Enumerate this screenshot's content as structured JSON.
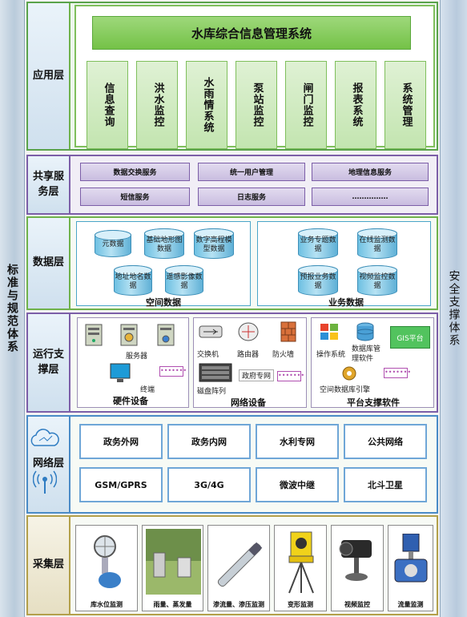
{
  "left_side": "标准与规范体系",
  "right_side": "安全支撑体系",
  "app_layer": {
    "label": "应用层",
    "title": "水库综合信息管理系统",
    "modules": [
      "信息查询",
      "洪水监控",
      "水雨情系统",
      "泵站监控",
      "闸门监控",
      "报表系统",
      "系统管理"
    ]
  },
  "share_layer": {
    "label": "共享服务层",
    "row1": [
      "数据交换服务",
      "统一用户管理",
      "地理信息服务"
    ],
    "row2": [
      "短信服务",
      "日志服务",
      "……………"
    ]
  },
  "data_layer": {
    "label": "数据层",
    "spatial": {
      "caption": "空间数据",
      "items": [
        "元数据",
        "基础地形图数据",
        "数字高程模型数据",
        "地址地名数据",
        "遥感影像数据"
      ]
    },
    "business": {
      "caption": "业务数据",
      "items": [
        "业务专题数据",
        "在线监测数据",
        "预报业务数据",
        "视频监控数据"
      ]
    }
  },
  "run_layer": {
    "label": "运行支撑层",
    "hardware": {
      "caption": "硬件设备",
      "server": "服务器",
      "terminal": "终端",
      "dots": "•••••••"
    },
    "network": {
      "caption": "网络设备",
      "switch": "交换机",
      "router": "路由器",
      "firewall": "防火墙",
      "disk": "磁盘阵列",
      "gov": "政府专网",
      "dots": "•••••••"
    },
    "platform": {
      "caption": "平台支撑软件",
      "os": "操作系统",
      "dbms": "数据库管理软件",
      "gis": "GIS平台",
      "engine": "空间数据库引擎",
      "dots": "•••••••"
    }
  },
  "net_layer": {
    "label": "网络层",
    "row1": [
      "政务外网",
      "政务内网",
      "水利专网",
      "公共网络"
    ],
    "row2": [
      "GSM/GPRS",
      "3G/4G",
      "微波中继",
      "北斗卫星"
    ]
  },
  "collect_layer": {
    "label": "采集层",
    "items": [
      "库水位监测",
      "雨量、蒸发量",
      "渗流量、渗压监测",
      "变形监测",
      "视频监控",
      "流量监测"
    ]
  },
  "colors": {
    "green": "#74c247",
    "purple": "#7c5ea8",
    "blue": "#4a8bc7",
    "cyan": "#4aa6c9"
  }
}
